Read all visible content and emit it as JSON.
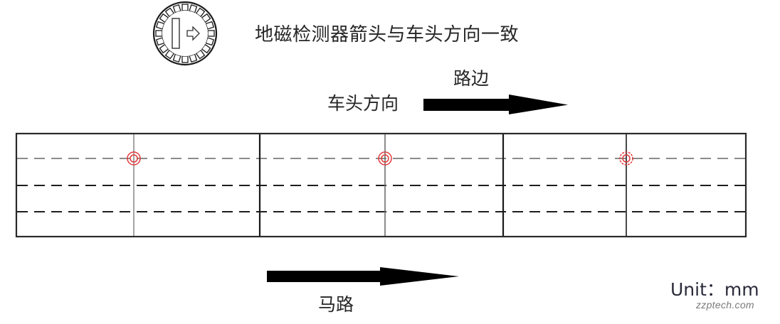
{
  "title": "地磁检测器箭头与车头方向一致",
  "sensor_icon": {
    "name": "geomagnetic-sensor-icon",
    "description": "round sensor with crenellated edge, rectangle and hollow right arrow"
  },
  "top_direction": {
    "roadside_label": "路边",
    "heading_label": "车头方向"
  },
  "bottom_direction": {
    "road_label": "马路"
  },
  "unit_label": "Unit：mm",
  "watermark": "zzptech.com",
  "colors": {
    "line": "#1a1a1a",
    "thin_line": "#8a8a8a",
    "dashed_top": "#8c8c8c",
    "dashed": "#1e1e1e",
    "sensor_marker": "#e23b3b",
    "arrow": "#000000"
  },
  "parking_grid": {
    "bays": 3,
    "sensors_per_bay": 1,
    "lanes_dashed_lines": 3
  }
}
